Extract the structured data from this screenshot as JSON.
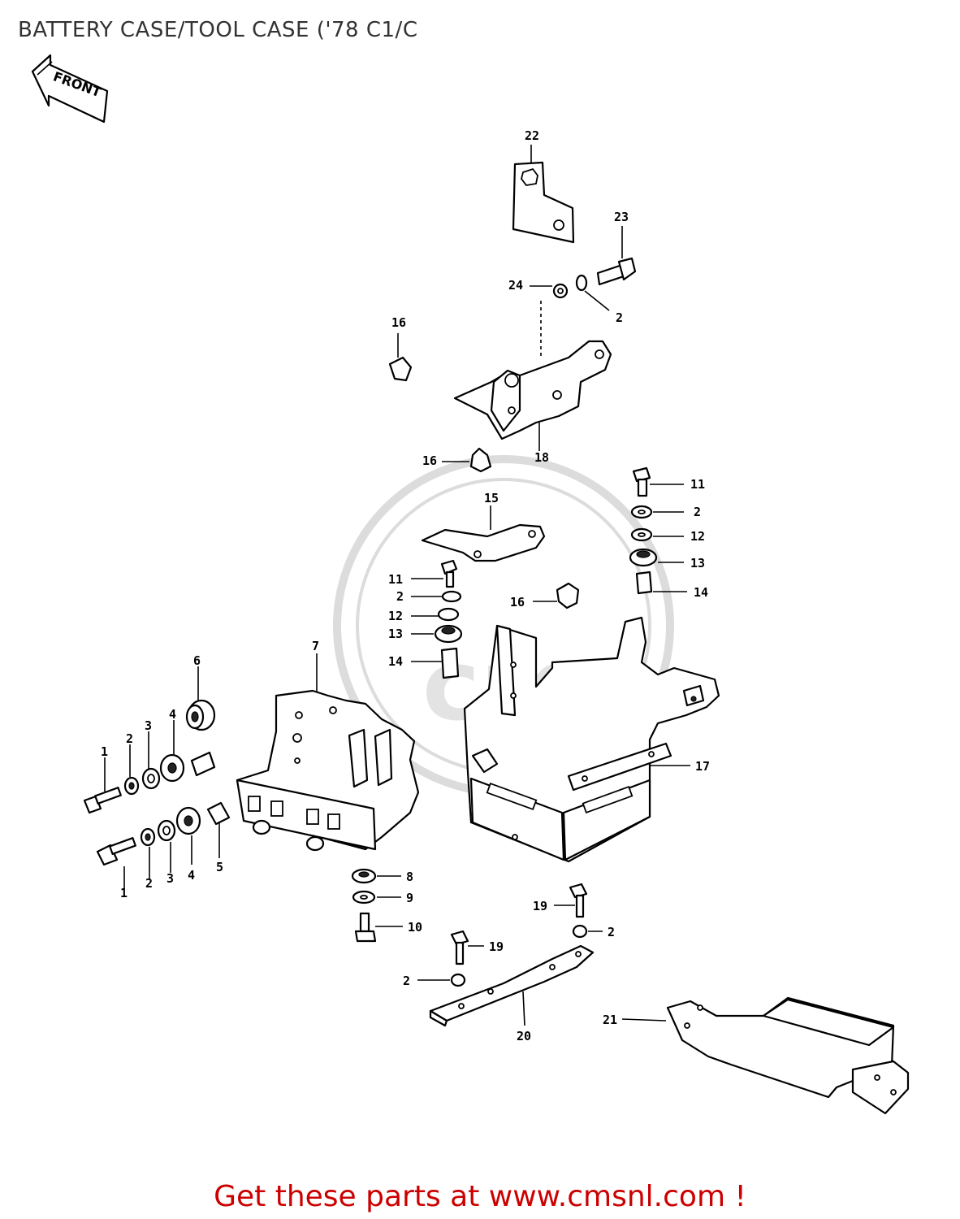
{
  "title": "BATTERY CASE/TOOL CASE ('78 C1/C",
  "front_arrow_label": "FRONT",
  "watermark": "cms",
  "footer": "Get these parts at www.cmsnl.com !",
  "colors": {
    "footer": "#cc0000",
    "title": "#333333",
    "line": "#000000",
    "watermark": "#dcdcdc"
  },
  "part_labels": {
    "p22": "22",
    "p23": "23",
    "p24": "24",
    "p2a": "2",
    "p16a": "16",
    "p18": "18",
    "p16b": "16",
    "p11a": "11",
    "p2b": "2",
    "p12a": "12",
    "p13a": "13",
    "p14a": "14",
    "p15": "15",
    "p11b": "11",
    "p2c": "2",
    "p12b": "12",
    "p13b": "13",
    "p14b": "14",
    "p16c": "16",
    "p7": "7",
    "p17": "17",
    "p6": "6",
    "p1a": "1",
    "p2d": "2",
    "p3a": "3",
    "p4a": "4",
    "p1b": "1",
    "p2e": "2",
    "p3b": "3",
    "p4b": "4",
    "p5": "5",
    "p8": "8",
    "p9": "9",
    "p10": "10",
    "p19a": "19",
    "p2f": "2",
    "p19b": "19",
    "p2g": "2",
    "p20": "20",
    "p21": "21"
  }
}
